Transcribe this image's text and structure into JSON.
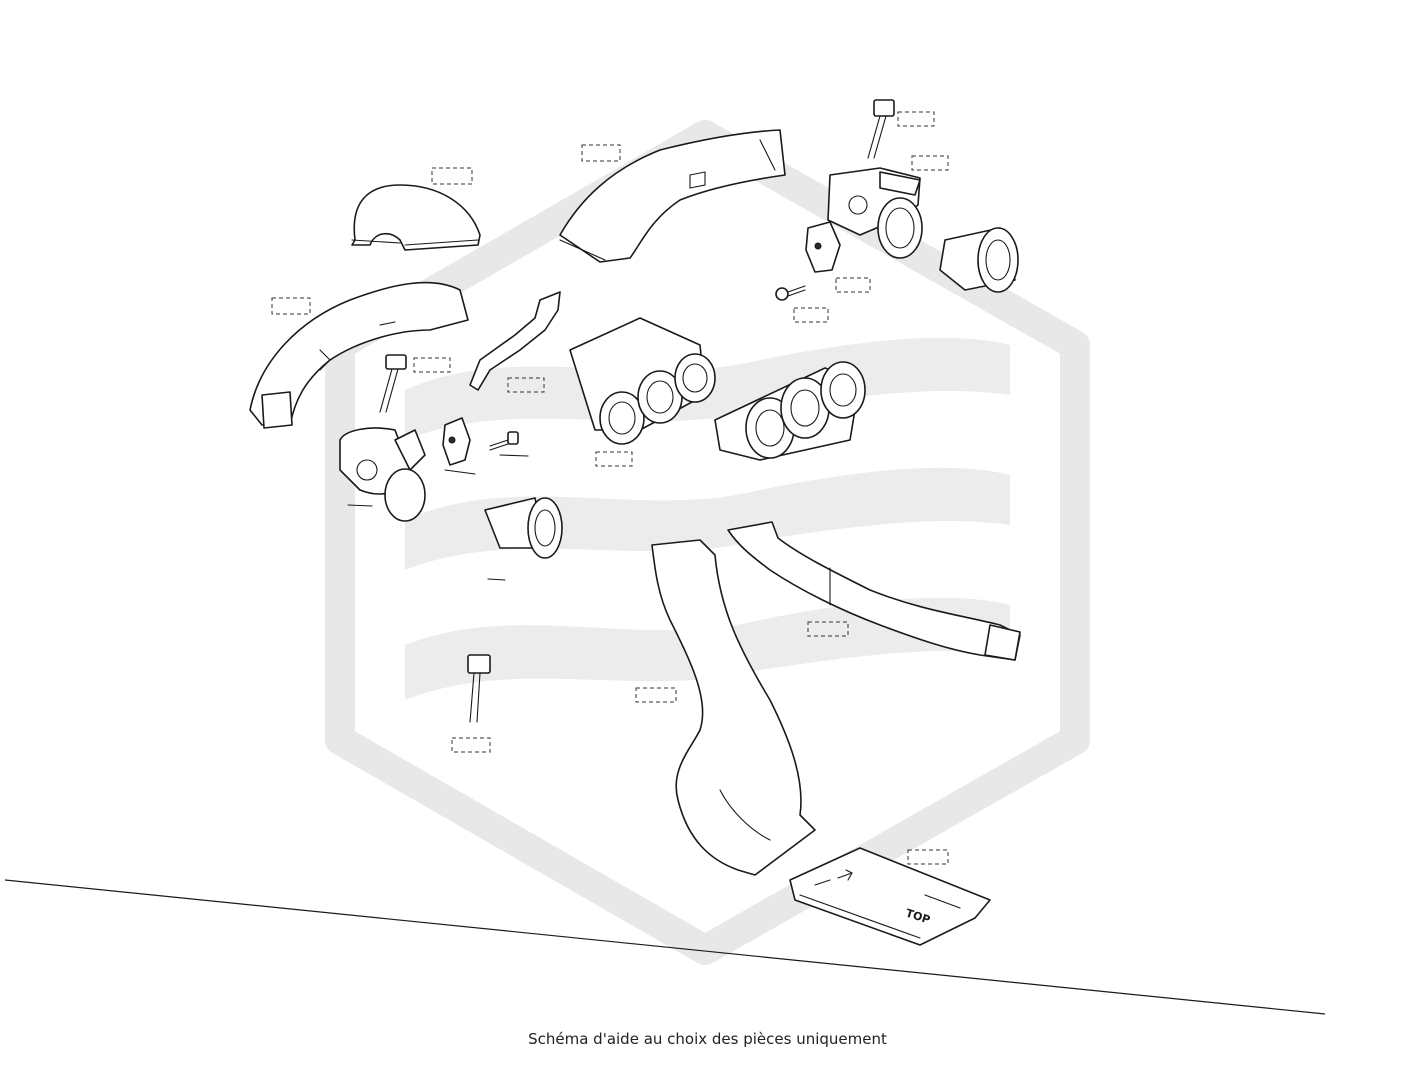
{
  "caption": "Schéma d'aide au choix des pièces uniquement",
  "stamp_text": "TOP",
  "colors": {
    "line": "#1a1a1a",
    "watermark": "#e8e8e8",
    "background": "#ffffff"
  },
  "parts": [
    "upper-left-duct",
    "upper-center-duct",
    "left-long-duct",
    "left-sensor-probe",
    "left-actuator-motor",
    "left-vent-housing",
    "left-round-vent",
    "left-screw",
    "center-bracket-duct",
    "center-triple-vent-housing",
    "right-triple-vent-cluster",
    "right-sensor-probe",
    "right-actuator-motor",
    "right-vent-housing",
    "right-round-vent",
    "right-screw",
    "floor-duct-left",
    "floor-duct-right",
    "rear-outlet-duct",
    "lower-sensor-probe"
  ]
}
